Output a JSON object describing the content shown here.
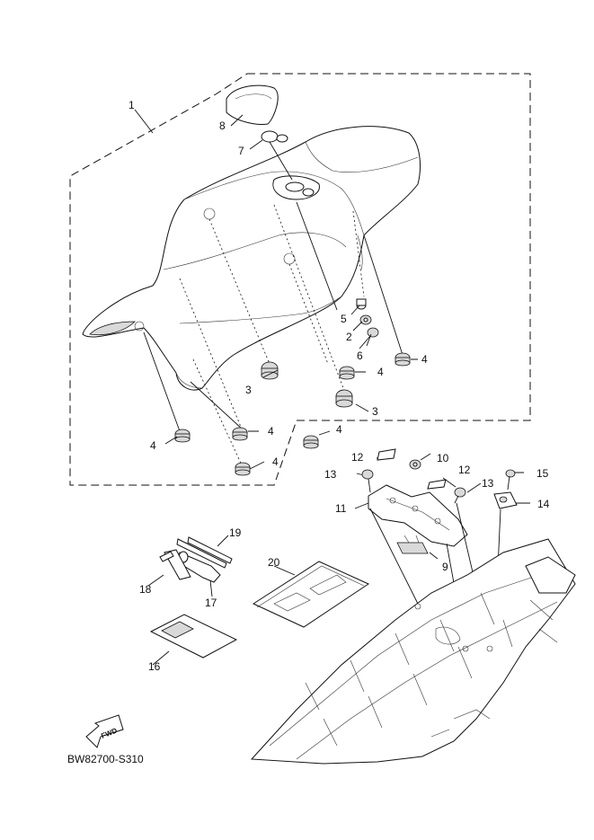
{
  "diagram": {
    "code": "BW82700-S310",
    "fwd_label": "FWD",
    "callouts": {
      "c1": "1",
      "c2": "2",
      "c3a": "3",
      "c3b": "3",
      "c4a": "4",
      "c4b": "4",
      "c4c": "4",
      "c4d": "4",
      "c4e": "4",
      "c4f": "4",
      "c5": "5",
      "c6": "6",
      "c7": "7",
      "c8": "8",
      "c9": "9",
      "c10": "10",
      "c11": "11",
      "c12a": "12",
      "c12b": "12",
      "c13a": "13",
      "c13b": "13",
      "c14": "14",
      "c15": "15",
      "c16": "16",
      "c17": "17",
      "c18": "18",
      "c19": "19",
      "c20": "20"
    }
  }
}
